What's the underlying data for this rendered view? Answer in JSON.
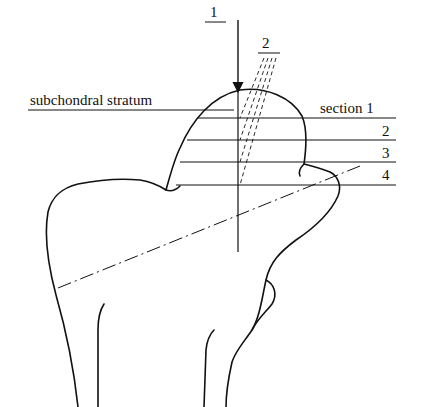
{
  "diagram": {
    "labels": [
      "1",
      "2",
      "subchondral stratum",
      "section 1",
      "2",
      "3",
      "4"
    ]
  }
}
